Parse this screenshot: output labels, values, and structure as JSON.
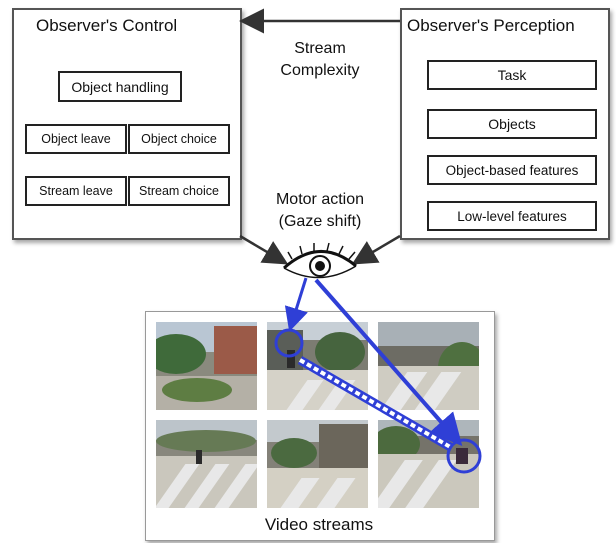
{
  "control": {
    "title": "Observer's Control",
    "boxes": [
      "Object handling",
      "Object leave",
      "Object choice",
      "Stream leave",
      "Stream choice"
    ]
  },
  "perception": {
    "title": "Observer's Perception",
    "boxes": [
      "Task",
      "Objects",
      "Object-based features",
      "Low-level features"
    ]
  },
  "center": {
    "stream_line1": "Stream",
    "stream_line2": "Complexity",
    "motor_line1": "Motor action",
    "motor_line2": "(Gaze shift)"
  },
  "video": {
    "label": "Video streams"
  },
  "colors": {
    "gaze_arrow": "#2f3fd6",
    "panel_border": "#555555"
  },
  "icons": [
    "eye-icon"
  ]
}
